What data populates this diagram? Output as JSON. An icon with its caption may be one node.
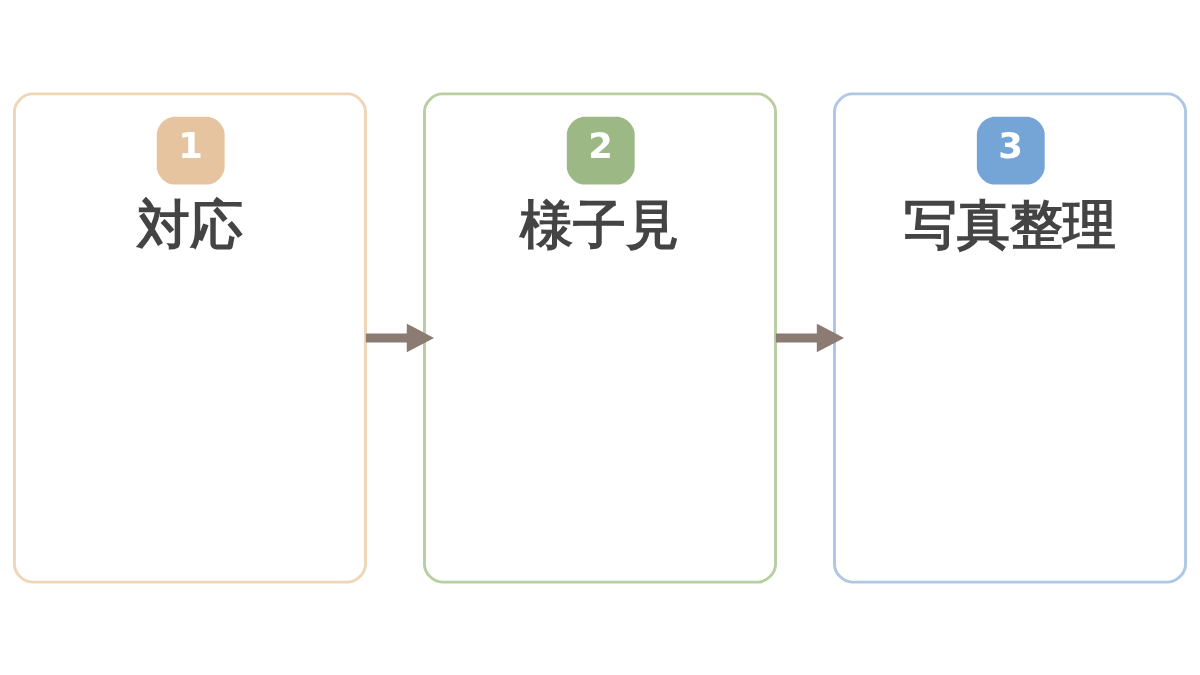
{
  "diagram": {
    "nodes": [
      {
        "text": [
          "1",
          "対応"
        ]
      },
      {
        "text": [
          "2",
          "様子見"
        ]
      },
      {
        "text": [
          "3",
          "写真整理"
        ]
      }
    ],
    "edges": [
      {
        "from": 0,
        "to": 1,
        "arrow": "to"
      },
      {
        "from": 1,
        "to": 2,
        "arrow": "to"
      }
    ]
  }
}
